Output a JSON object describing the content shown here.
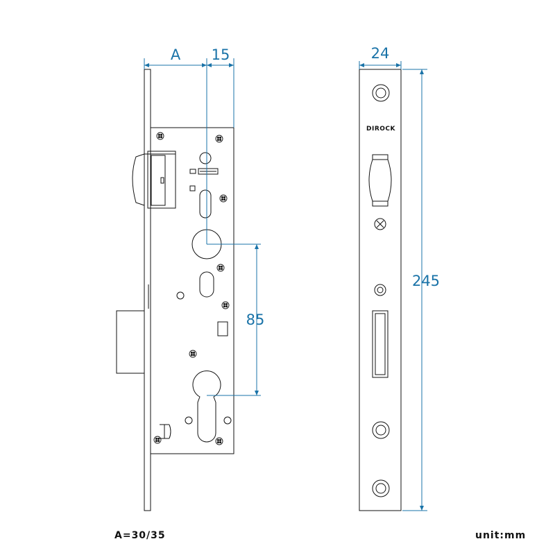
{
  "dimensions": {
    "a_label": "A",
    "backset_extra": "15",
    "faceplate_width": "24",
    "faceplate_height": "245",
    "center_distance": "85"
  },
  "brand": "DIROCK",
  "notes": {
    "a_values": "A=30/35",
    "unit": "unit:mm"
  },
  "colors": {
    "dimension": "#1a73a8",
    "outline": "#111111"
  }
}
